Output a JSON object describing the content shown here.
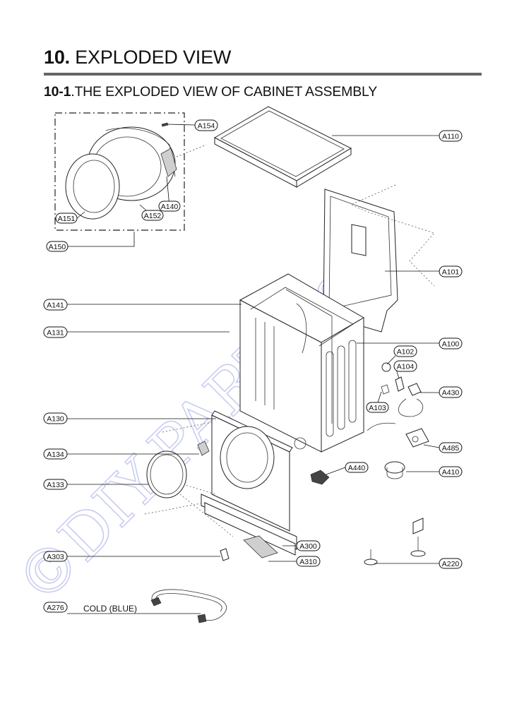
{
  "header": {
    "section_number": "10.",
    "section_title": " EXPLODED VIEW",
    "sub_number": "10-1",
    "sub_title": ".THE EXPLODED VIEW OF CABINET ASSEMBLY"
  },
  "watermark": "©DIY-PARTS.cz",
  "labels": {
    "A154": "A154",
    "A151": "A151",
    "A152": "A152",
    "A140": "A140",
    "A150": "A150",
    "A110": "A110",
    "A101": "A101",
    "A141": "A141",
    "A131": "A131",
    "A100": "A100",
    "A102": "A102",
    "A104": "A104",
    "A103": "A103",
    "A430": "A430",
    "A130": "A130",
    "A134": "A134",
    "A485": "A485",
    "A440": "A440",
    "A133": "A133",
    "A410": "A410",
    "A300": "A300",
    "A303": "A303",
    "A310": "A310",
    "A220": "A220",
    "A276": "A276"
  },
  "hose_note": "COLD (BLUE)"
}
